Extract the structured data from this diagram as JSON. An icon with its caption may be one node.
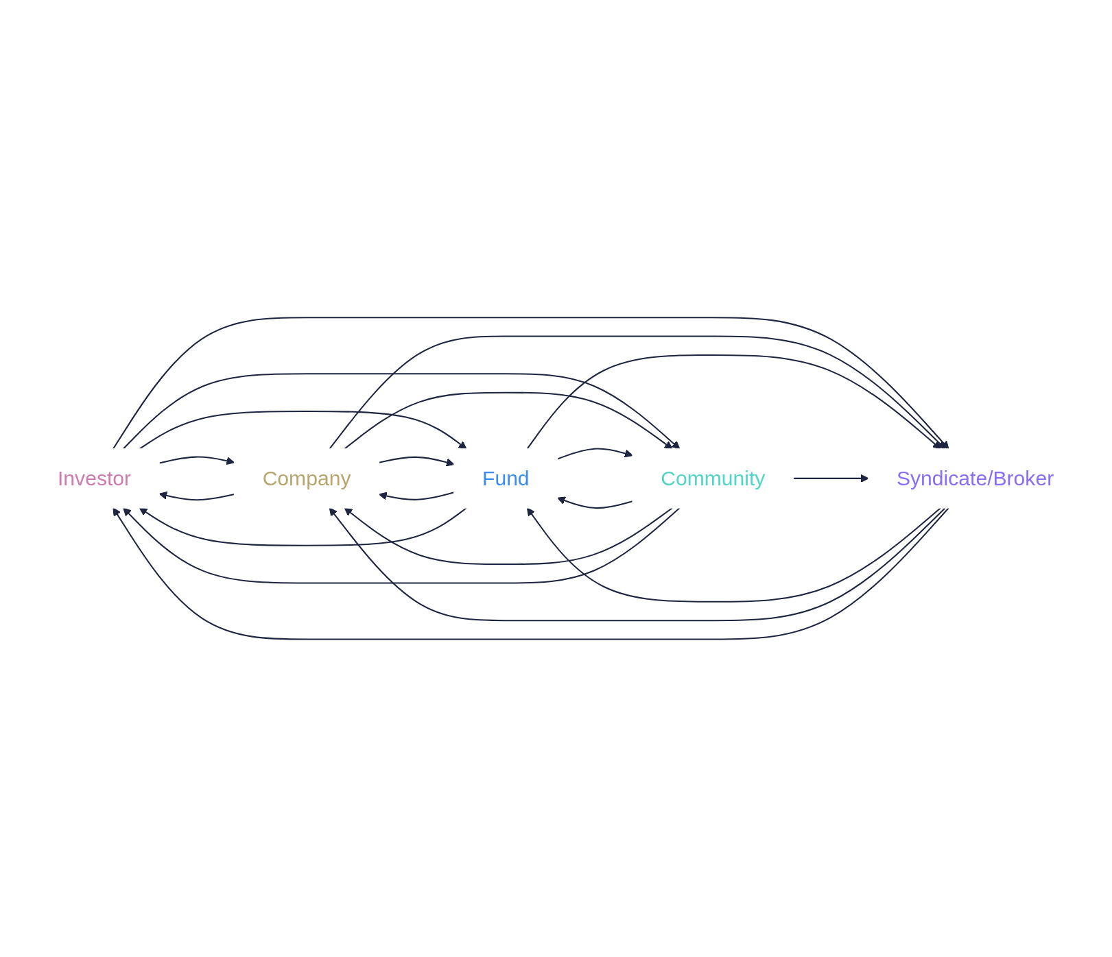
{
  "diagram": {
    "nodes": [
      {
        "text": [
          "Investor"
        ]
      },
      {
        "text": [
          "Company"
        ]
      },
      {
        "text": [
          "Fund"
        ]
      },
      {
        "text": [
          "Community"
        ]
      },
      {
        "text": [
          "Syndicate/Broker"
        ]
      }
    ],
    "edges": [
      {
        "from": 0,
        "to": 1,
        "arrow": "to"
      },
      {
        "from": 0,
        "to": 2,
        "arrow": "to"
      },
      {
        "from": 0,
        "to": 3,
        "arrow": "to"
      },
      {
        "from": 0,
        "to": 4,
        "arrow": "to"
      },
      {
        "from": 1,
        "to": 2,
        "arrow": "to"
      },
      {
        "from": 1,
        "to": 3,
        "arrow": "to"
      },
      {
        "from": 1,
        "to": 4,
        "arrow": "to"
      },
      {
        "from": 2,
        "to": 3,
        "arrow": "to"
      },
      {
        "from": 2,
        "to": 4,
        "arrow": "to"
      },
      {
        "from": 3,
        "to": 4,
        "arrow": "to"
      },
      {
        "from": 1,
        "to": 0,
        "arrow": "to"
      },
      {
        "from": 2,
        "to": 1,
        "arrow": "to"
      },
      {
        "from": 3,
        "to": 2,
        "arrow": "to"
      },
      {
        "from": 2,
        "to": 0,
        "arrow": "to"
      },
      {
        "from": 3,
        "to": 1,
        "arrow": "to"
      },
      {
        "from": 4,
        "to": 2,
        "arrow": "to"
      },
      {
        "from": 3,
        "to": 0,
        "arrow": "to"
      },
      {
        "from": 4,
        "to": 1,
        "arrow": "to"
      },
      {
        "from": 4,
        "to": 0,
        "arrow": "to"
      }
    ]
  }
}
